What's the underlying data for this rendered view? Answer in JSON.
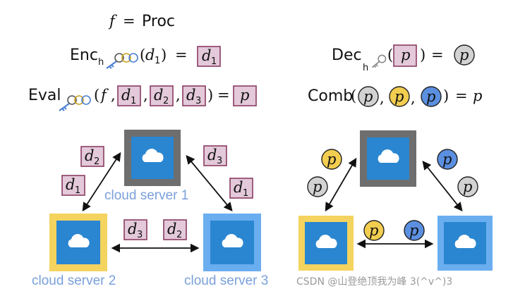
{
  "formulas": {
    "f_def": {
      "f": "f",
      "eq": "=",
      "proc": "Proc"
    },
    "enc": {
      "name": "Enc",
      "sub": "h",
      "open": "(",
      "arg": "d",
      "argsub": "1",
      "close": ")",
      "eq": "=",
      "box": "d",
      "boxsub": "1"
    },
    "dec": {
      "name": "Dec",
      "sub": "h",
      "open": "(",
      "box": "p",
      "close": ")",
      "eq": "=",
      "circle": "p"
    },
    "eval": {
      "name": "Eval",
      "open": "(",
      "f": "f",
      "comma": ",",
      "d1": "d",
      "d1sub": "1",
      "d2": "d",
      "d2sub": "2",
      "d3": "d",
      "d3sub": "3",
      "close": ")",
      "eq": "=",
      "box": "p"
    },
    "comb": {
      "name": "Comb",
      "open": "(",
      "c1": "p",
      "c2": "p",
      "c3": "p",
      "comma": ",",
      "close": ")",
      "eq": "=",
      "result": "p"
    }
  },
  "left_diagram": {
    "server1_label": "cloud server 1",
    "server2_label": "cloud server 2",
    "server3_label": "cloud server 3",
    "tokens": {
      "t1": "d",
      "t1sub": "2",
      "t2": "d",
      "t2sub": "1",
      "t3": "d",
      "t3sub": "3",
      "t4": "d",
      "t4sub": "1",
      "t5": "d",
      "t5sub": "3",
      "t6": "d",
      "t6sub": "2"
    }
  },
  "right_diagram": {
    "tokens": {
      "y1": "p",
      "g1": "p",
      "b1": "p",
      "g2": "p",
      "y2": "p",
      "b2": "p"
    }
  },
  "colors": {
    "server1_frame": "#6e6e6e",
    "server2_frame": "#f4d35e",
    "server3_frame": "#6aaef0",
    "server_inner": "#2a86d0",
    "box_fill": "#e3c9d9",
    "box_stroke": "#8a3c62",
    "label": "#7aa0db",
    "gray_circle": "#d2d2d2",
    "yellow_circle": "#f2cd4f",
    "blue_circle": "#5b8fe0"
  },
  "watermark": "CSDN @山登绝顶我为峰 3(^v^)3"
}
